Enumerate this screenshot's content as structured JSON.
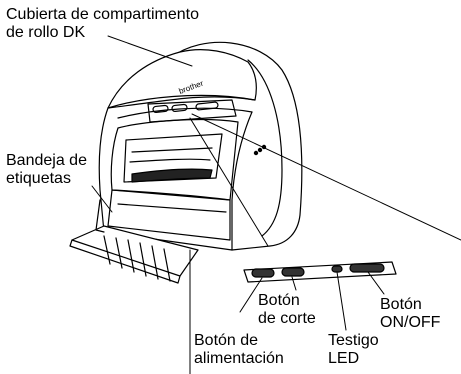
{
  "labels": {
    "dk_cover": {
      "line1": "Cubierta de compartimento",
      "line2": "de rollo DK"
    },
    "label_tray": {
      "line1": "Bandeja de",
      "line2": "etiquetas"
    },
    "cutter_button": {
      "line1": "Botón",
      "line2": "de corte"
    },
    "power_button": {
      "line1": "Botón",
      "line2": "ON/OFF"
    },
    "feed_button": {
      "line1": "Botón de",
      "line2": "alimentación"
    },
    "led_indicator": {
      "line1": "Testigo",
      "line2": "LED"
    }
  },
  "printer": {
    "brand": "brother"
  }
}
